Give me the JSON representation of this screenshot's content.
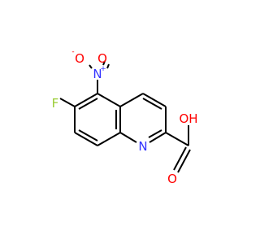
{
  "molecule": {
    "atoms": {
      "fluorine": {
        "symbol": "F",
        "color": "#99cc33"
      },
      "nitro_nitrogen": {
        "symbol": "N",
        "charge": "+",
        "color": "#3333ff"
      },
      "nitro_oxide": {
        "symbol": "O",
        "charge": "-",
        "color": "#ff0000"
      },
      "nitro_oxygen": {
        "symbol": "O",
        "color": "#ff0000"
      },
      "ring_nitrogen": {
        "symbol": "N",
        "color": "#3333ff"
      },
      "carbonyl_oxygen": {
        "symbol": "O",
        "color": "#ff0000"
      },
      "hydroxyl": {
        "symbol": "OH",
        "color": "#ff0000"
      }
    },
    "bond_color": "#000000"
  }
}
